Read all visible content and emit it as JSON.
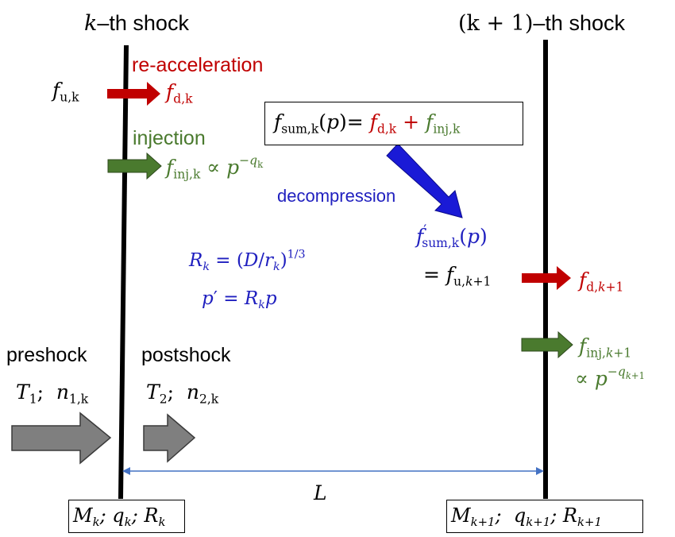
{
  "colors": {
    "red": "#c00000",
    "green": "#4a7a2e",
    "blue": "#1f1fbf",
    "black": "#000000",
    "gray": "#7f7f7f",
    "separation": "#4472c4"
  },
  "shocks": {
    "k_title_var": "k",
    "k_title_rest": "–th shock",
    "k1_title_var": "(k + 1)",
    "k1_title_rest": "–th shock"
  },
  "labels": {
    "re_acceleration": "re-acceleration",
    "injection": "injection",
    "decompression": "decompression",
    "preshock": "preshock",
    "postshock": "postshock",
    "distance": "L"
  },
  "math": {
    "f_u_k": "f_u,k",
    "f_d_k": "f_d,k",
    "f_inj_k": "f_inj,k ∝ p^(−q_k)",
    "f_sum_k": "f_sum,k(p) = f_d,k + f_inj,k",
    "f_sum_prime": "f′_sum,k(p)",
    "f_u_k1": "= f_u,k+1",
    "f_d_k1": "f_d,k+1",
    "f_inj_k1": "f_inj,k+1",
    "propto_k1": "∝ p^(−q_k+1)",
    "R_k_def": "R_k = (D/r_k)^1/3",
    "p_prime": "p′ = R_k p",
    "T1_n1": "T_1; n_1,k",
    "T2_n2": "T_2; n_2,k",
    "params_k": "M_k; q_k; R_k",
    "params_k1": "M_k+1; q_k+1; R_k+1"
  },
  "icons": {
    "arrows": [
      "red-arrow-icon",
      "green-arrow-icon",
      "blue-arrow-icon",
      "gray-arrow-icon",
      "double-arrow-icon"
    ]
  }
}
